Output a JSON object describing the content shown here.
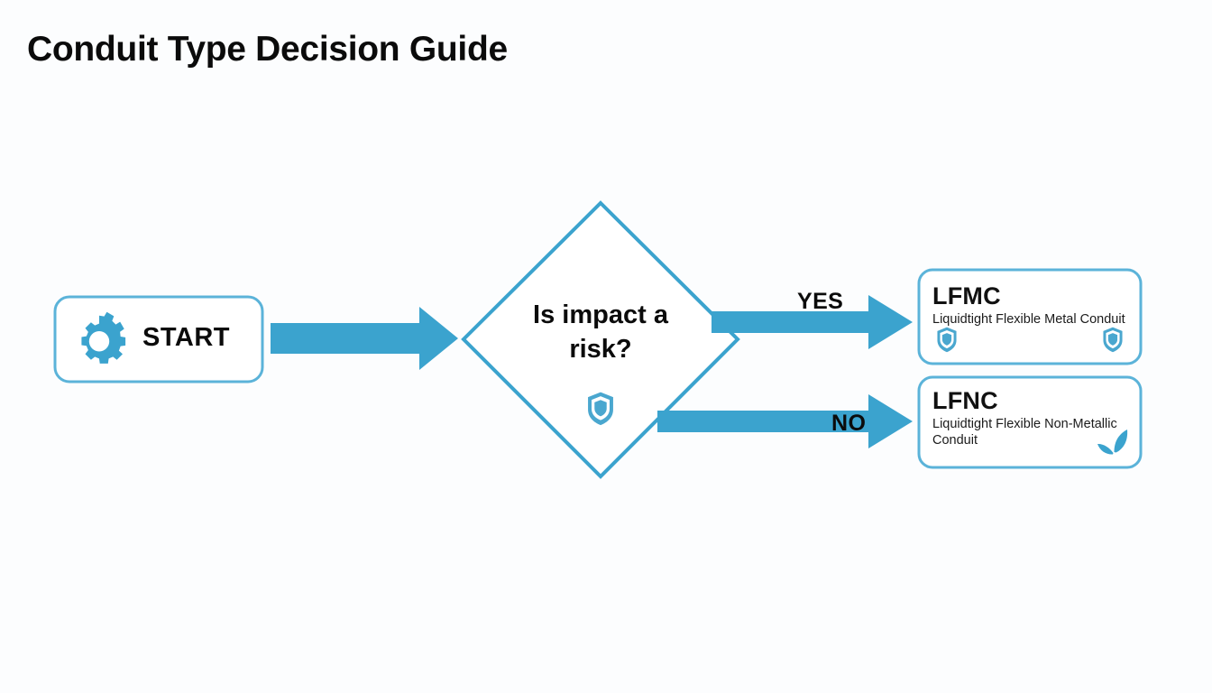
{
  "page": {
    "title": "Conduit Type Decision Guide",
    "background_color": "#fcfdfe",
    "accent_color": "#3ba3ce",
    "border_color": "#5bb3d9",
    "text_color": "#0b0b0b"
  },
  "flowchart": {
    "type": "decision-flowchart",
    "start_node": {
      "label": "START",
      "icon": "gear-icon",
      "icon_color": "#3ba3ce"
    },
    "decision_node": {
      "line1": "Is impact a",
      "line2": "risk?",
      "icon": "shield-icon",
      "icon_color": "#3ba3ce"
    },
    "edges": [
      {
        "label": "YES",
        "from": "decision",
        "to": "LFMC"
      },
      {
        "label": "NO",
        "from": "decision",
        "to": "LFNC"
      }
    ],
    "outcomes": [
      {
        "code": "LFMC",
        "description": "Liquidtight Flexible Metal Conduit",
        "icons": [
          "shield-icon",
          "shield-icon"
        ]
      },
      {
        "code": "LFNC",
        "description": "Liquidtight Flexible Non-Metallic Conduit",
        "icons": [
          "leaf-icon"
        ]
      }
    ]
  }
}
